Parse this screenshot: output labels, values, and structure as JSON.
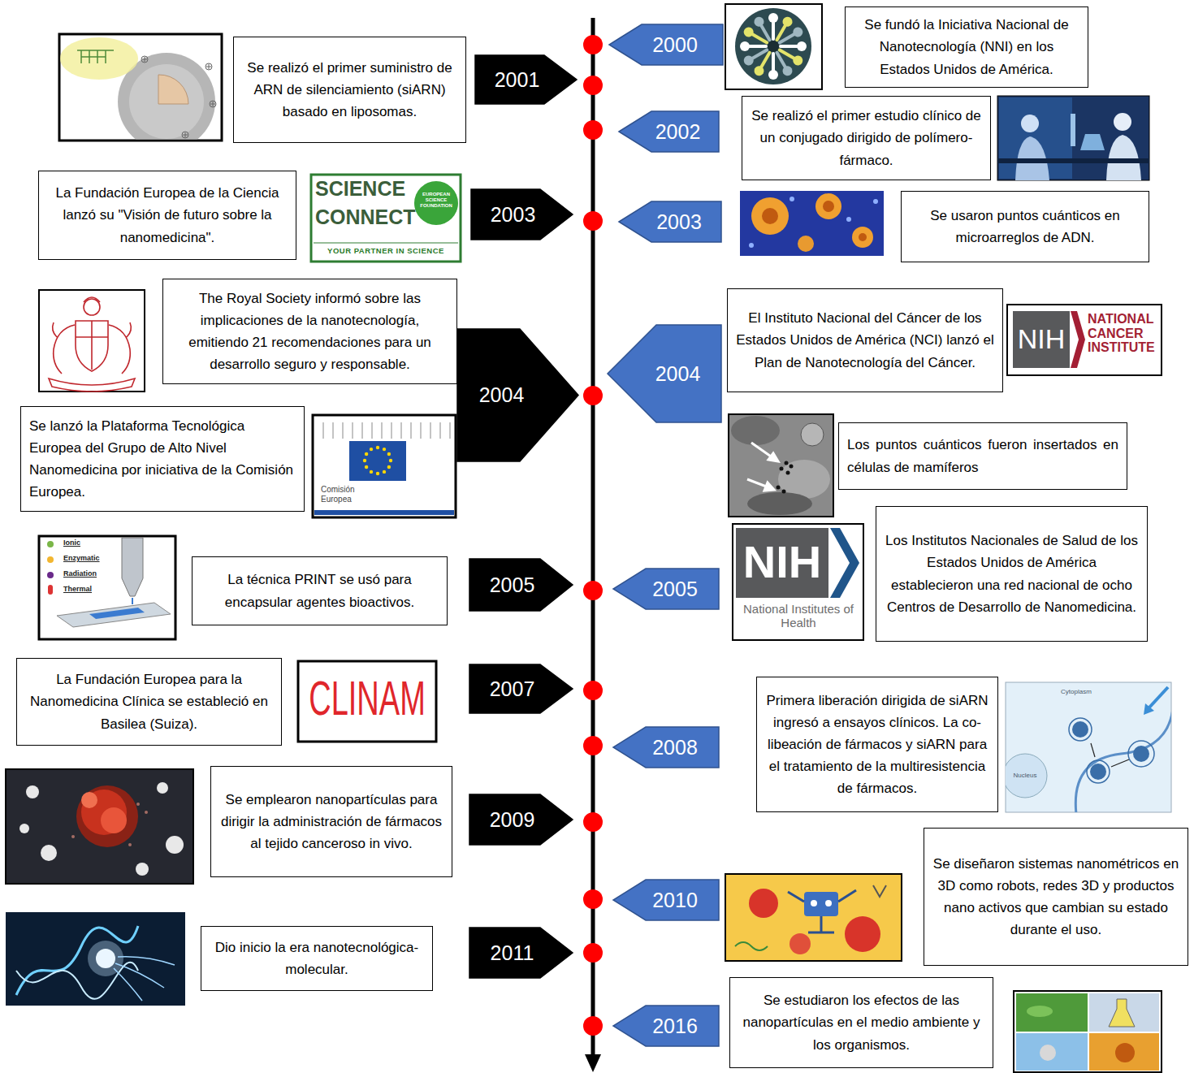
{
  "diagram": {
    "nodes": [
      {
        "text": [
          "2000"
        ]
      },
      {
        "text": [
          "Se fundó la Iniciativa Nacional de Nanotecnología (NNI) en los Estados Unidos de América."
        ]
      },
      {
        "text": [
          "Se realizó el primer suministro de ARN de silenciamiento (siARN) basado en liposomas."
        ]
      },
      {
        "text": [
          "2001"
        ]
      },
      {
        "text": [
          "2002"
        ]
      },
      {
        "text": [
          "Se realizó el primer estudio clínico de un conjugado dirigido de polímero-fármaco."
        ]
      },
      {
        "text": [
          "La Fundación Europea de la Ciencia lanzó su \"Visión de futuro sobre la nanomedicina\"."
        ]
      },
      {
        "text": [
          "2003"
        ]
      },
      {
        "text": [
          "2003"
        ]
      },
      {
        "text": [
          "Se usaron puntos cuánticos en microarreglos de ADN."
        ]
      },
      {
        "text": [
          "The Royal Society informó sobre las implicaciones de la nanotecnología, emitiendo 21 recomendaciones para un desarrollo seguro y responsable."
        ]
      },
      {
        "text": [
          "Se lanzó la Plataforma Tecnológica Europea del Grupo de Alto Nivel Nanomedicina por iniciativa de la Comisión Europea."
        ]
      },
      {
        "text": [
          "2004"
        ]
      },
      {
        "text": [
          "2004"
        ]
      },
      {
        "text": [
          "El Instituto Nacional del Cáncer de los Estados Unidos de América (NCI) lanzó el Plan de Nanotecnología del Cáncer."
        ]
      },
      {
        "text": [
          "Los puntos cuánticos fueron insertados en células de mamíferos"
        ]
      },
      {
        "text": [
          "La técnica PRINT se usó para encapsular agentes bioactivos."
        ]
      },
      {
        "text": [
          "2005"
        ]
      },
      {
        "text": [
          "2005"
        ]
      },
      {
        "text": [
          "Los Institutos Nacionales de Salud de los Estados Unidos de América establecieron una red nacional de ocho Centros de Desarrollo de Nanomedicina."
        ]
      },
      {
        "text": [
          "La Fundación Europea para la Nanomedicina Clínica se estableció en Basilea (Suiza)."
        ]
      },
      {
        "text": [
          "2007"
        ]
      },
      {
        "text": [
          "2008"
        ]
      },
      {
        "text": [
          "Primera liberación dirigida de siARN ingresó a ensayos clínicos. La co-libeación de fármacos y siARN para el tratamiento de la multiresistencia de fármacos."
        ]
      },
      {
        "text": [
          "Se emplearon nanopartículas para dirigir la administración de fármacos al tejido canceroso in vivo."
        ]
      },
      {
        "text": [
          "2009"
        ]
      },
      {
        "text": [
          "2010"
        ]
      },
      {
        "text": [
          "Se diseñaron sistemas nanométricos en 3D como robots, redes 3D y productos nano activos que cambian su estado durante el uso."
        ]
      },
      {
        "text": [
          "Dio inicio la era nanotecnológica-molecular."
        ]
      },
      {
        "text": [
          "2011"
        ]
      },
      {
        "text": [
          "2016"
        ]
      },
      {
        "text": [
          "Se estudiaron los efectos de las nanopartículas en el medio ambiente y los organismos."
        ]
      }
    ],
    "labels": [
      "SCIENCE",
      "CONNECT",
      "YOUR PARTNER IN SCIENCE",
      "EUROPEAN SCIENCE FOUNDATION",
      "NIH",
      "NATIONAL CANCER INSTITUTE",
      "Comisión Europea",
      "Ionic",
      "Enzymatic",
      "Radiation",
      "Thermal",
      "CLINAM",
      "NIH",
      "National Institutes of Health",
      "Cytoplasm",
      "Nucleus"
    ]
  }
}
